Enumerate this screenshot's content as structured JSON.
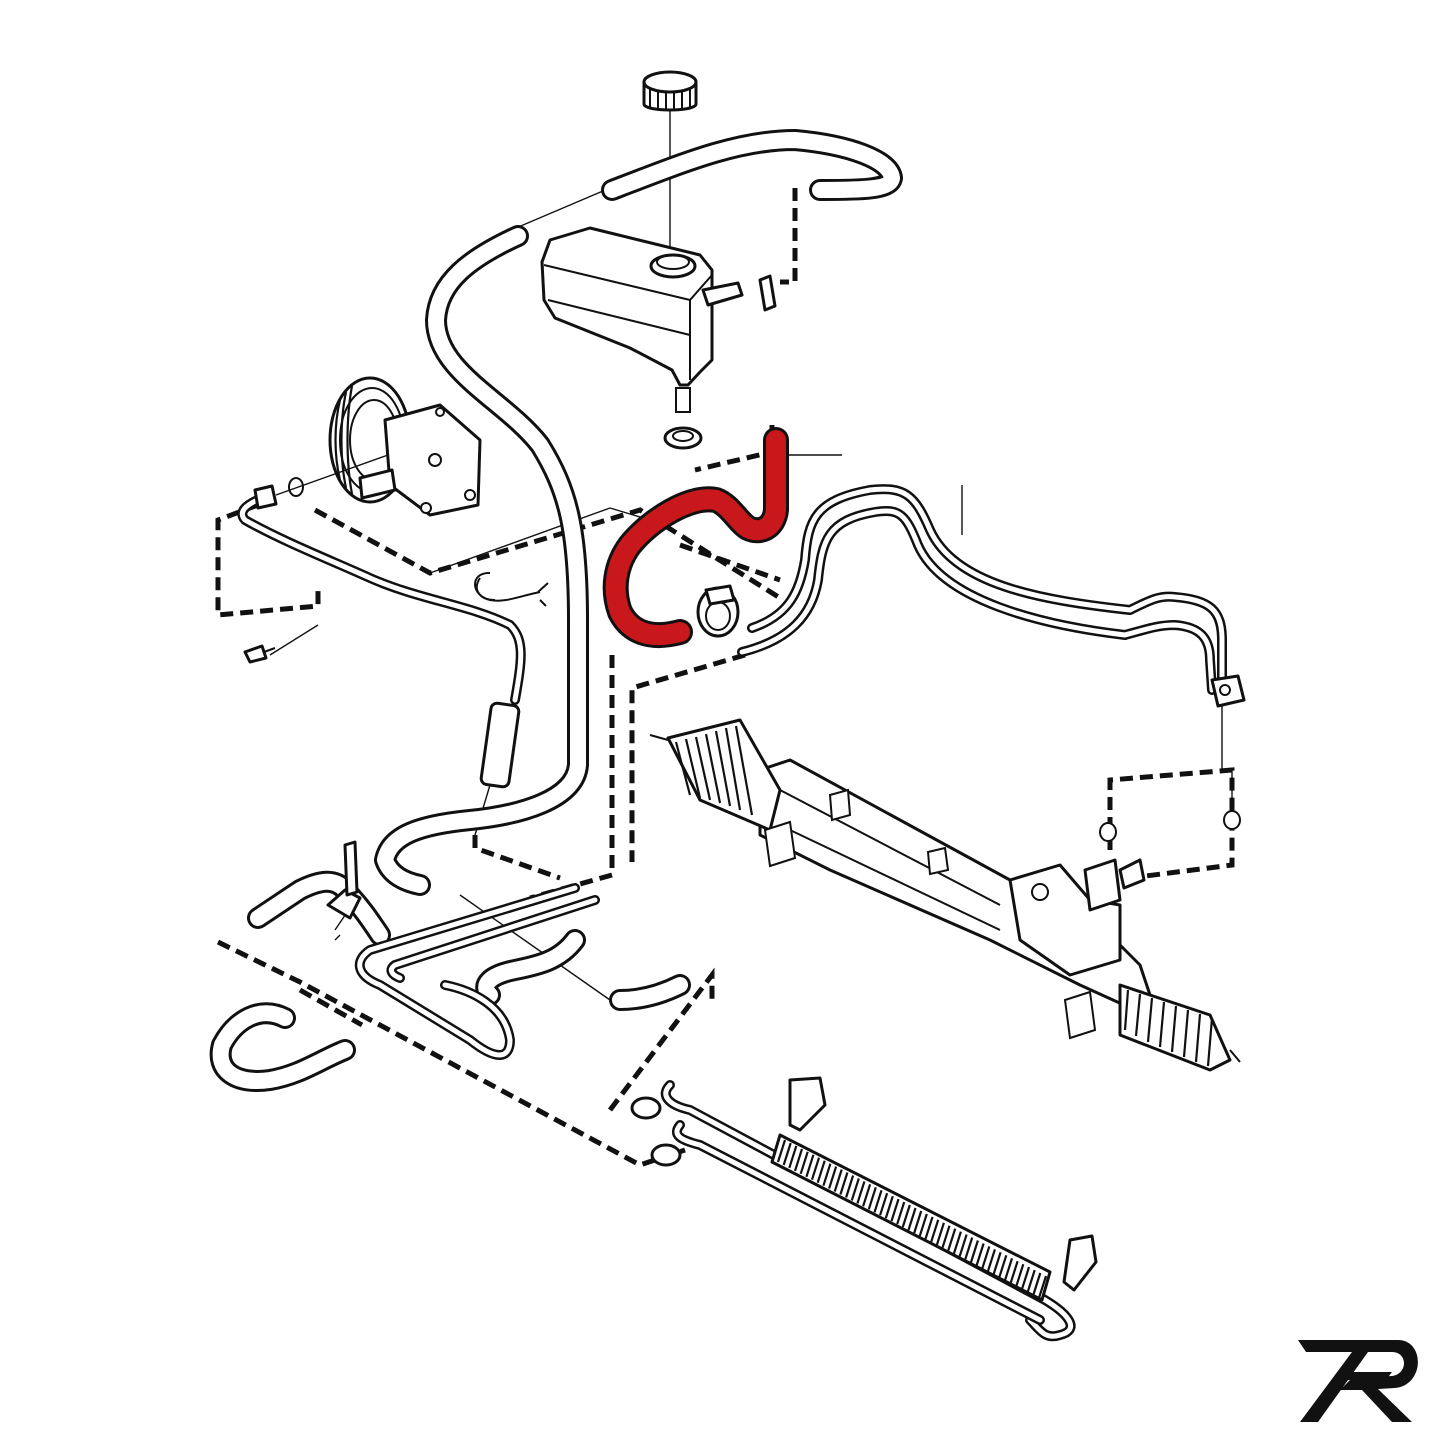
{
  "diagram": {
    "highlight_color": "#c8181b",
    "line_color": "#111111",
    "background": "#ffffff",
    "highlighted_part": "reservoir-to-pump-hose",
    "components": [
      "reservoir-cap",
      "fluid-reservoir",
      "power-steering-pump",
      "steering-rack",
      "fluid-cooler",
      "return-pipes",
      "pressure-pipe",
      "clamps",
      "bolts",
      "o-rings"
    ]
  },
  "logo": {
    "name": "brand-logo",
    "color": "#111111"
  }
}
